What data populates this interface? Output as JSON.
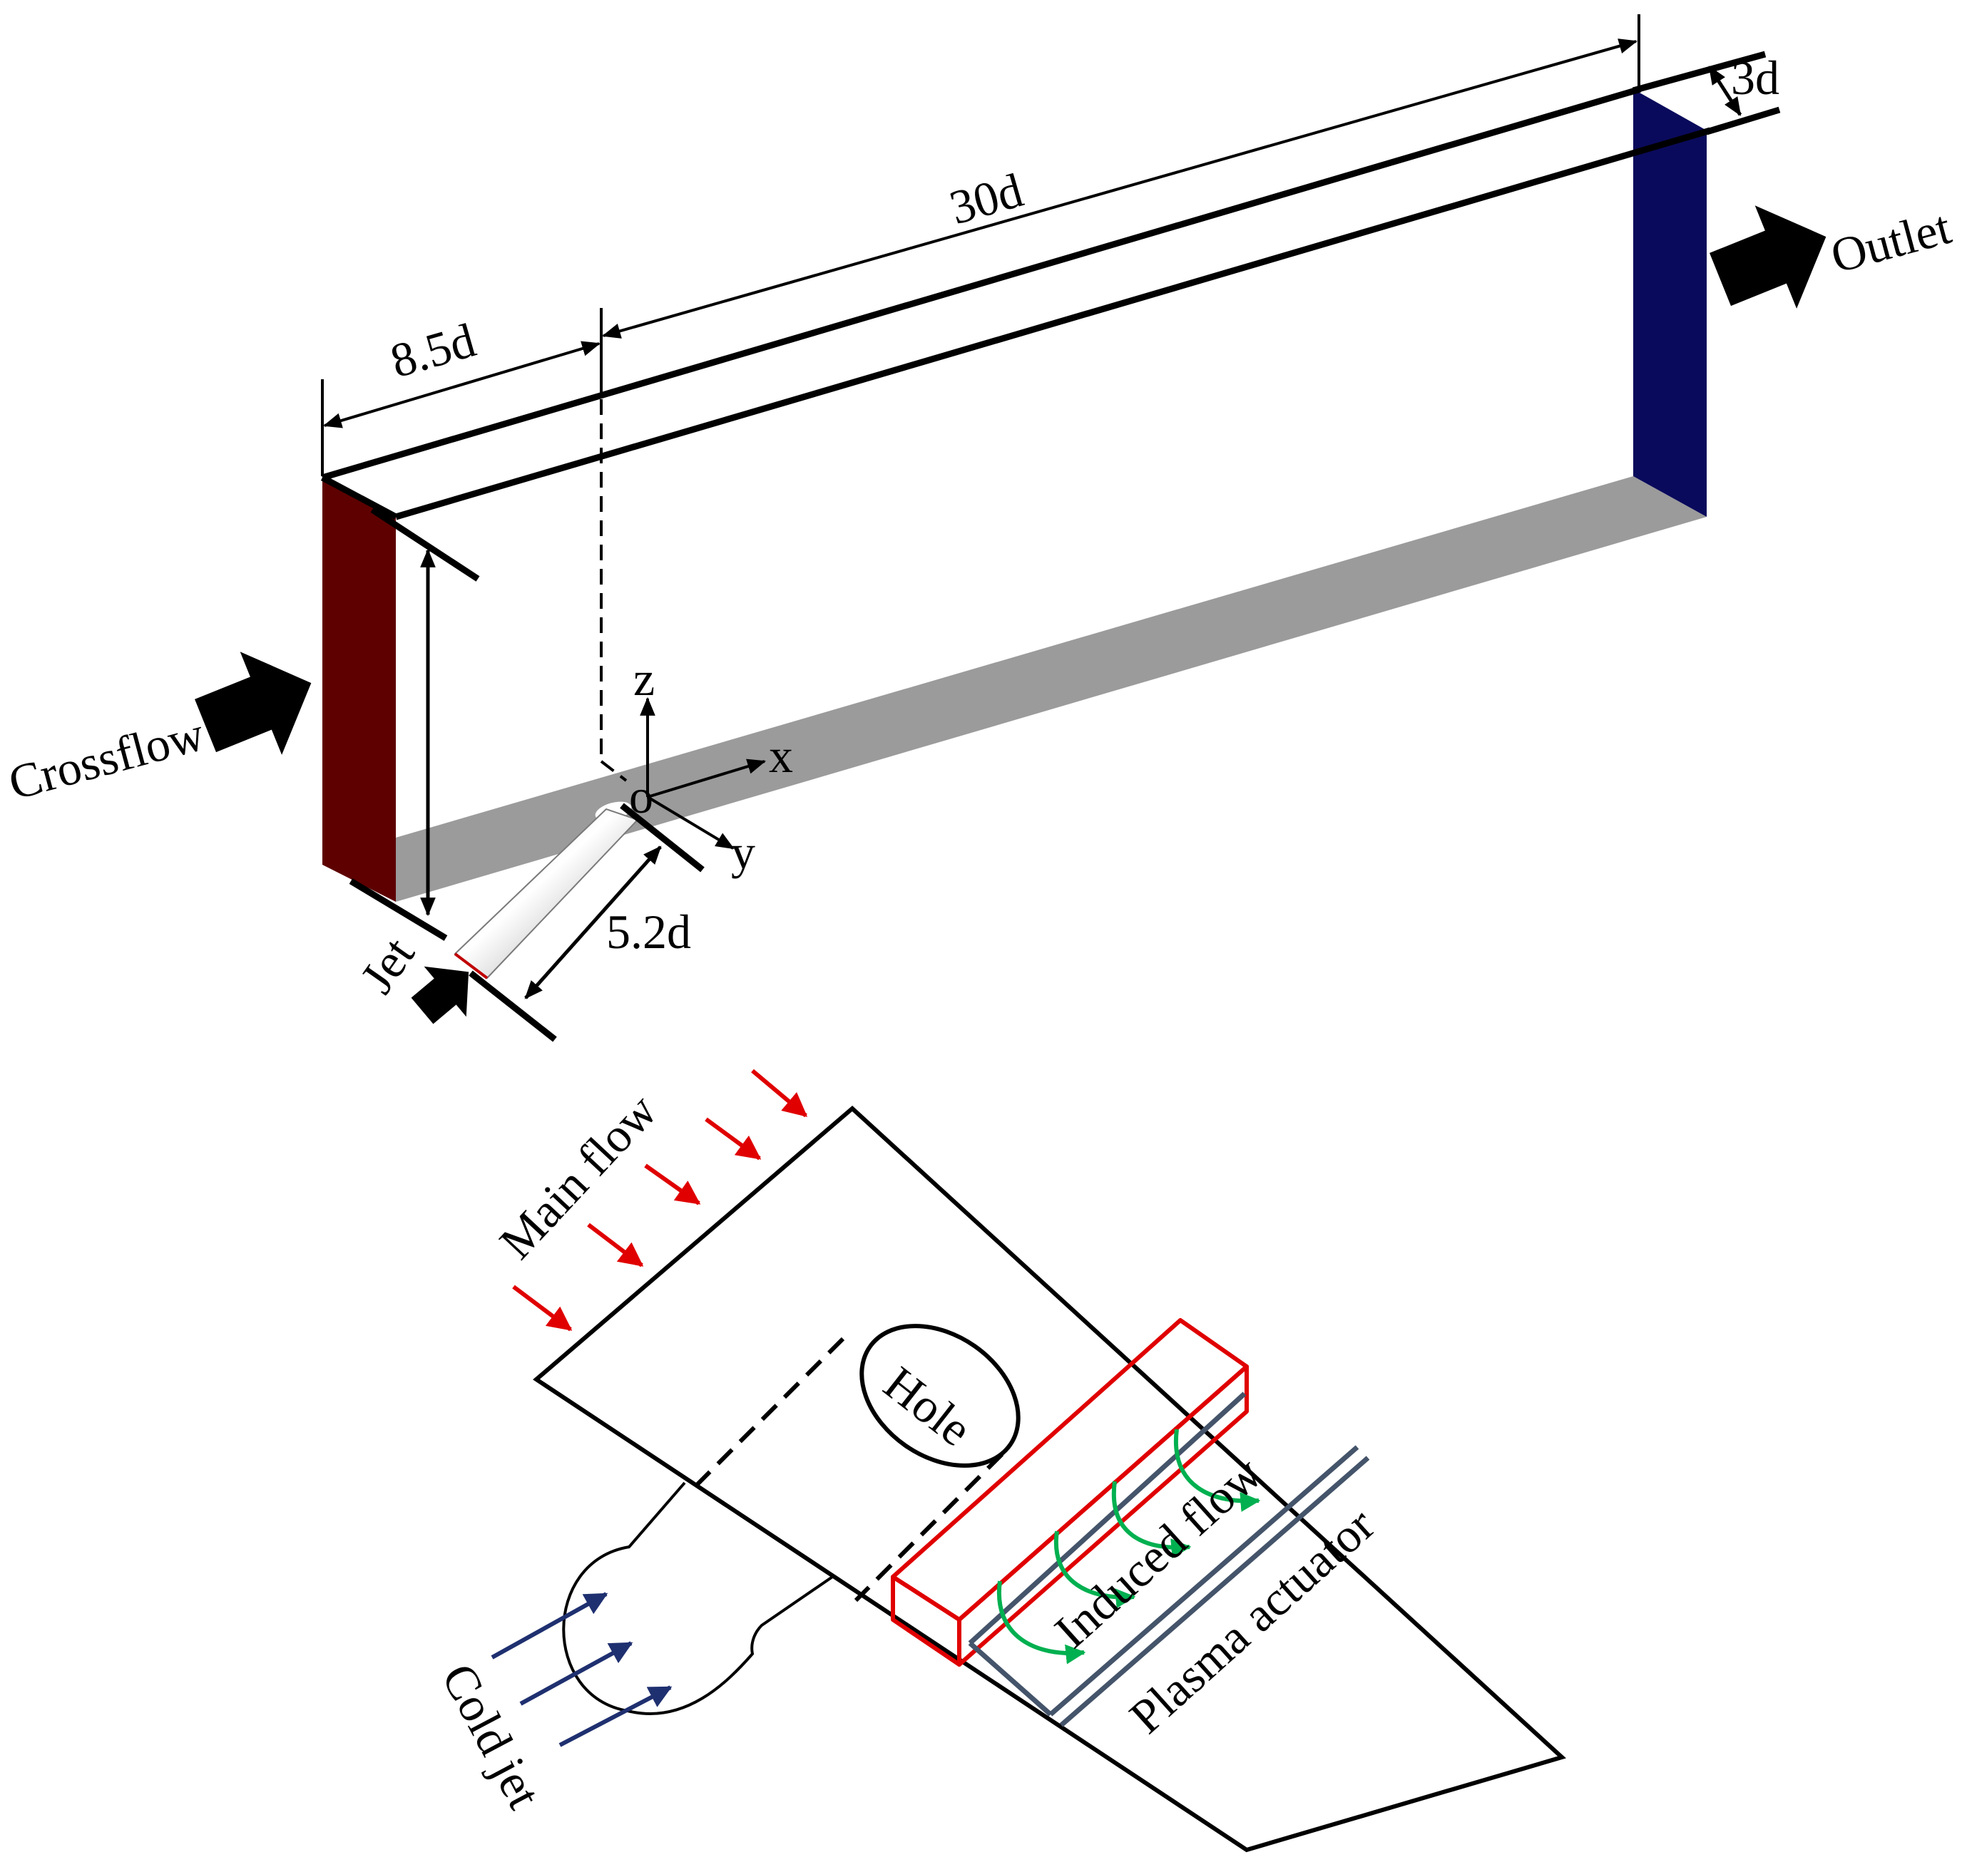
{
  "domain_view": {
    "dimensions": {
      "length": "30d",
      "upstream": "8.5d",
      "width": "3d",
      "jet_length": "5.2d"
    },
    "axes": {
      "z": "z",
      "x": "x",
      "y": "y",
      "origin": "o"
    },
    "boundaries": {
      "inlet": "Crossflow",
      "outlet": "Outlet",
      "jet": "Jet"
    },
    "colors": {
      "inlet": "#5e0000",
      "outlet": "#0a0a5c",
      "floor": "#9b9b9b"
    }
  },
  "actuator_view": {
    "labels": {
      "main_flow": "Main flow",
      "hole": "Hole",
      "induced_flow": "Induced flow",
      "plasma_actuator": "Plasma actuator",
      "cold_jet": "Cold jet"
    },
    "colors": {
      "main_flow_arrows": "#e00000",
      "actuator_box": "#e00000",
      "induced_flow_arrows": "#00b050",
      "cold_jet_arrows": "#1f3070",
      "electrodes": "#44546a"
    }
  }
}
